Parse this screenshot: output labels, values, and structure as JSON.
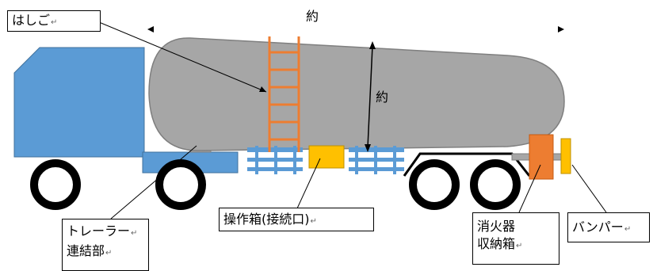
{
  "labels": {
    "ladder": "はしご",
    "coupling_line1": "トレーラー",
    "coupling_line2": "連結部",
    "control_box": "操作箱(接続口)",
    "extinguisher_line1": "消火器",
    "extinguisher_line2": "収納箱",
    "bumper": "バンパー"
  },
  "dimensions": {
    "length_label": "約",
    "height_label": "約"
  },
  "paragraph_mark": "↵",
  "colors": {
    "cab": "#5b9bd5",
    "tank": "#a6a6a6",
    "ladder": "#ed7d31",
    "frame_blue": "#5b9bd5",
    "control_box": "#ffc000",
    "extinguisher_box": "#ed7d31",
    "bumper": "#ffc000",
    "wheel": "#000000"
  }
}
